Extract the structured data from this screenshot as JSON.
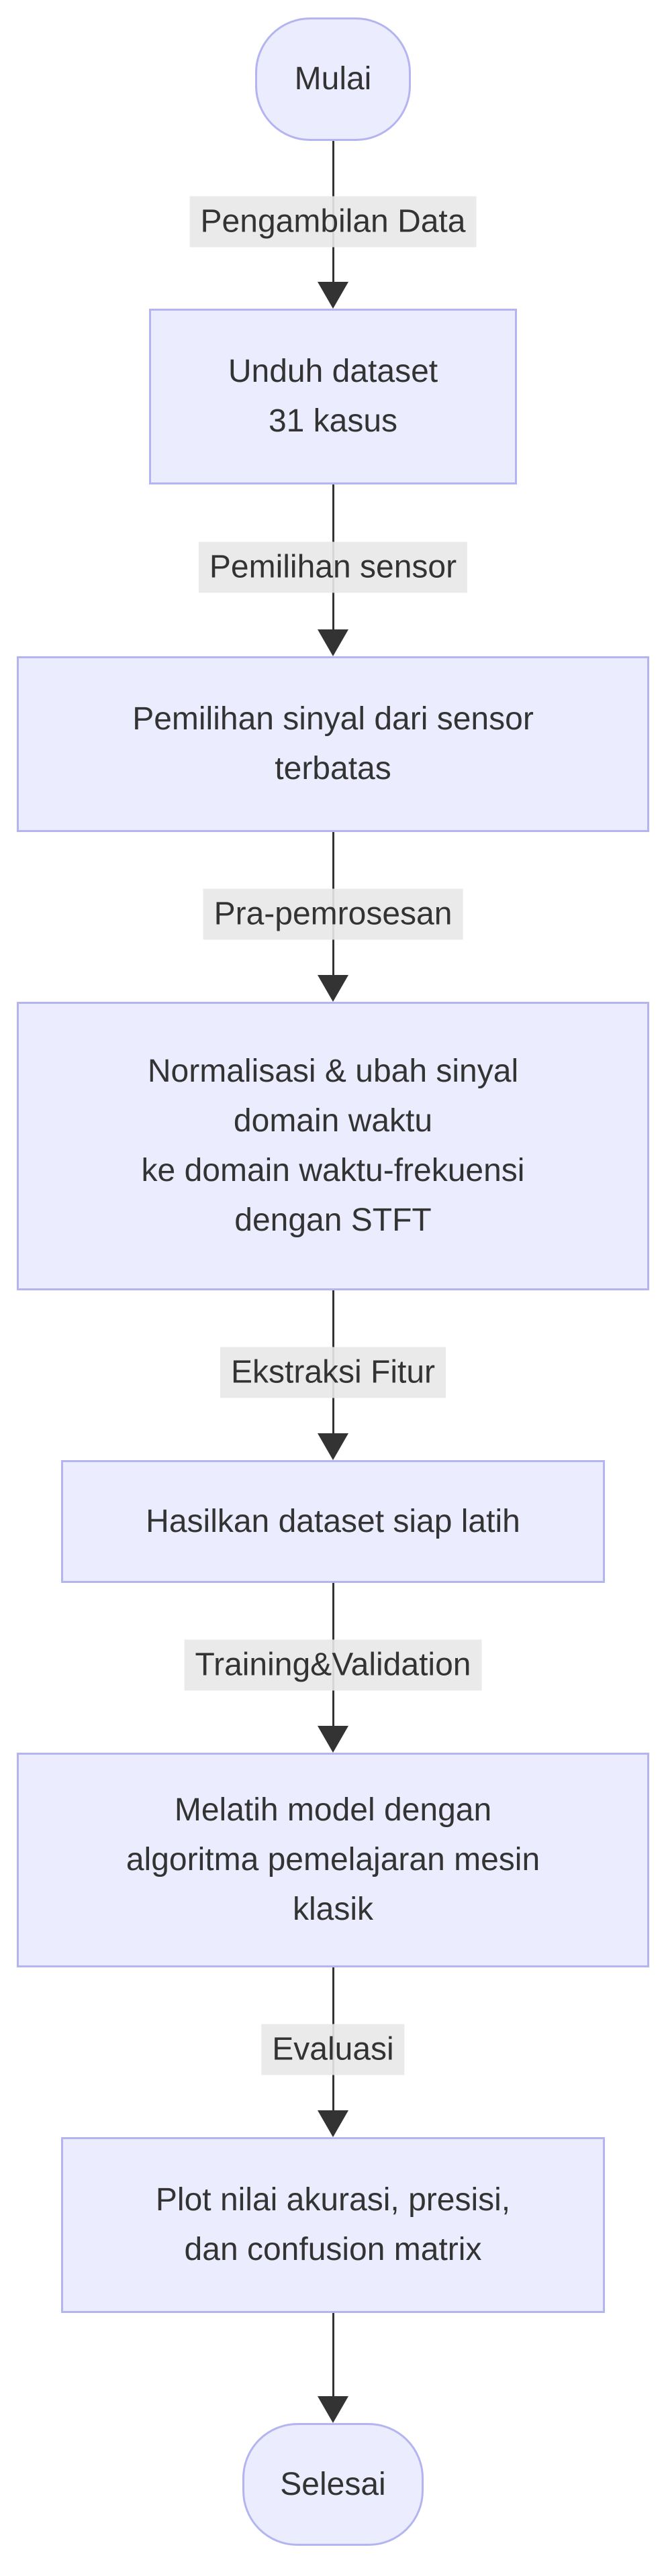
{
  "flowchart": {
    "direction": "top-down",
    "colors": {
      "node_fill": "#ECECFF",
      "node_border": "#B4B4F0",
      "node_text": "#333333",
      "edge_line": "#333333",
      "edge_label_bg": "#E8E8E8",
      "edge_label_text": "#333333",
      "background": "#FFFFFF"
    },
    "nodes": [
      {
        "id": "start",
        "shape": "stadium",
        "lines": [
          "Mulai"
        ]
      },
      {
        "id": "download",
        "shape": "rect",
        "lines": [
          "Unduh dataset",
          "31 kasus"
        ]
      },
      {
        "id": "signal-select",
        "shape": "rect",
        "lines": [
          "Pemilihan sinyal dari sensor",
          "terbatas"
        ]
      },
      {
        "id": "preprocess",
        "shape": "rect",
        "lines": [
          "Normalisasi & ubah sinyal",
          "domain waktu",
          "ke domain waktu-frekuensi",
          "dengan STFT"
        ]
      },
      {
        "id": "dataset-ready",
        "shape": "rect",
        "lines": [
          "Hasilkan dataset siap latih"
        ]
      },
      {
        "id": "train-model",
        "shape": "rect",
        "lines": [
          "Melatih model dengan",
          "algoritma pemelajaran mesin",
          "klasik"
        ]
      },
      {
        "id": "plot-results",
        "shape": "rect",
        "lines": [
          "Plot nilai akurasi, presisi,",
          "dan confusion matrix"
        ]
      },
      {
        "id": "end",
        "shape": "stadium",
        "lines": [
          "Selesai"
        ]
      }
    ],
    "edges": [
      {
        "from": "start",
        "to": "download",
        "label": "Pengambilan Data"
      },
      {
        "from": "download",
        "to": "signal-select",
        "label": "Pemilihan sensor"
      },
      {
        "from": "signal-select",
        "to": "preprocess",
        "label": "Pra-pemrosesan"
      },
      {
        "from": "preprocess",
        "to": "dataset-ready",
        "label": "Ekstraksi Fitur"
      },
      {
        "from": "dataset-ready",
        "to": "train-model",
        "label": "Training&Validation"
      },
      {
        "from": "train-model",
        "to": "plot-results",
        "label": "Evaluasi"
      },
      {
        "from": "plot-results",
        "to": "end",
        "label": ""
      }
    ]
  }
}
